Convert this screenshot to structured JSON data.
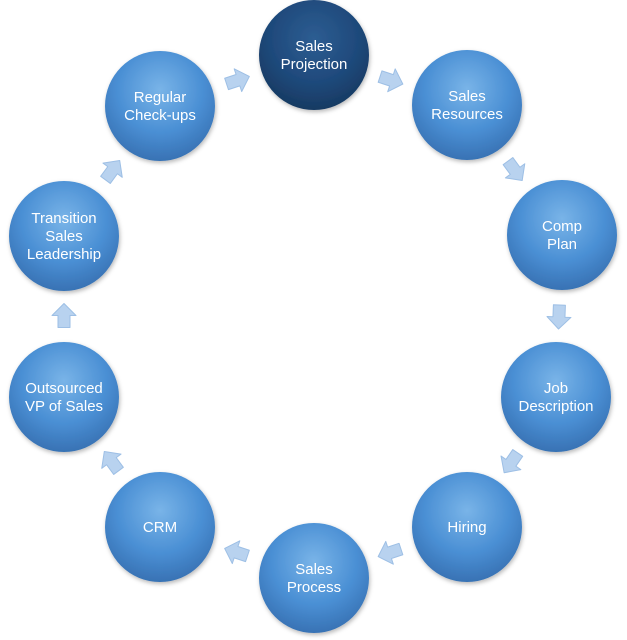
{
  "diagram": {
    "nodes": [
      {
        "id": "sales-projection",
        "lines": [
          "Sales",
          "Projection"
        ],
        "highlighted": true
      },
      {
        "id": "sales-resources",
        "lines": [
          "Sales",
          "Resources"
        ],
        "highlighted": false
      },
      {
        "id": "comp-plan",
        "lines": [
          "Comp",
          "Plan"
        ],
        "highlighted": false
      },
      {
        "id": "job-description",
        "lines": [
          "Job",
          "Description"
        ],
        "highlighted": false
      },
      {
        "id": "hiring",
        "lines": [
          "Hiring"
        ],
        "highlighted": false
      },
      {
        "id": "sales-process",
        "lines": [
          "Sales",
          "Process"
        ],
        "highlighted": false
      },
      {
        "id": "crm",
        "lines": [
          "CRM"
        ],
        "highlighted": false
      },
      {
        "id": "outsourced-vp-of-sales",
        "lines": [
          "Outsourced",
          "VP of Sales"
        ],
        "highlighted": false
      },
      {
        "id": "transition-sales-leadership",
        "lines": [
          "Transition",
          "Sales",
          "Leadership"
        ],
        "highlighted": false
      },
      {
        "id": "regular-check-ups",
        "lines": [
          "Regular",
          "Check-ups"
        ],
        "highlighted": false
      }
    ],
    "colors": {
      "node_fill_light": "#79b4e8",
      "node_fill": "#4a8fd4",
      "node_fill_dark": "#3872b4",
      "highlight_fill_light": "#2d5d92",
      "highlight_fill": "#1f4a7c",
      "highlight_fill_dark": "#173a62",
      "arrow_fill": "#b8d2ef",
      "arrow_stroke": "#9dbfe5",
      "label_color": "#ffffff"
    }
  }
}
